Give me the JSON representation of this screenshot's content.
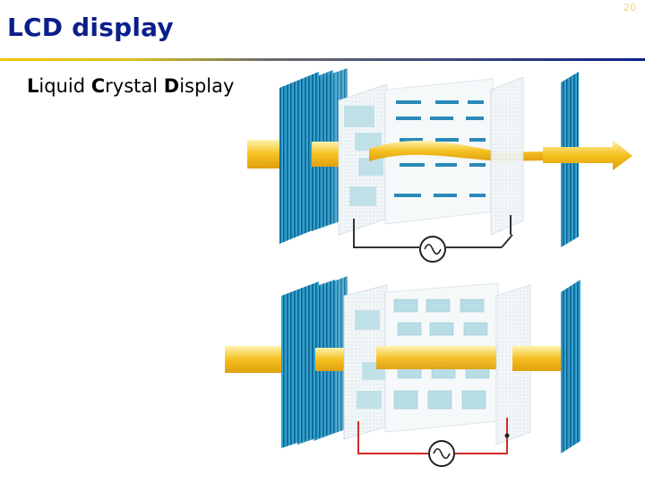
{
  "slide": {
    "title": "LCD display",
    "page_number": "20",
    "subtitle_parts": [
      {
        "initial": "L",
        "rest": "iquid "
      },
      {
        "initial": "C",
        "rest": "rystal "
      },
      {
        "initial": "D",
        "rest": "isplay"
      }
    ]
  },
  "diagram": {
    "panels": [
      {
        "name": "top",
        "state": "off",
        "light": "passes",
        "circuit": "open-switch"
      },
      {
        "name": "bottom",
        "state": "on",
        "light": "blocked",
        "circuit": "closed"
      }
    ],
    "colors": {
      "polarizer": "#1a8fc4",
      "light_beam": "#f5c020",
      "glass": "#e4eef2",
      "crystal_cell": "#b8dde6",
      "wire_off": "#333333",
      "wire_on": "#d42a2a"
    }
  }
}
